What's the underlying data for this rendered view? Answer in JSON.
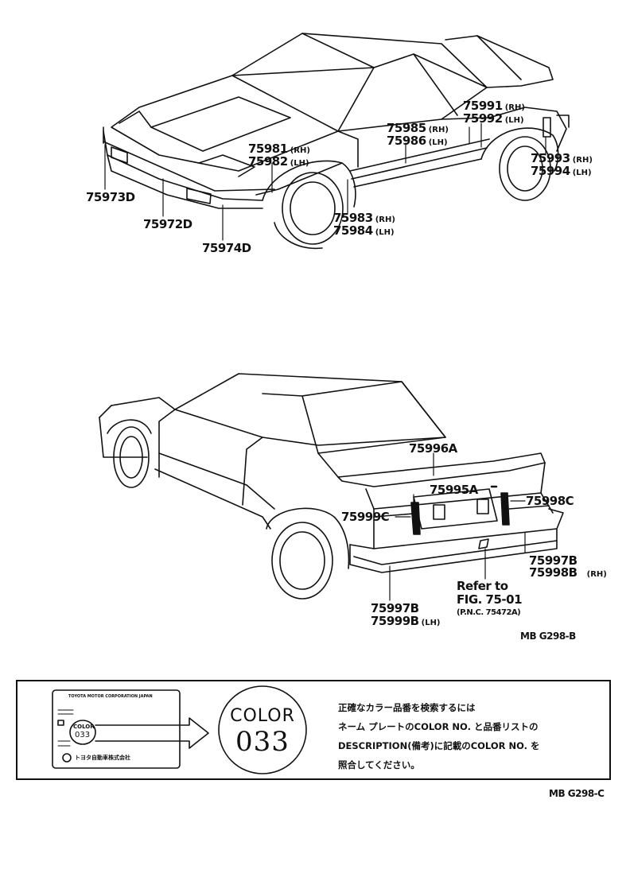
{
  "front_view": {
    "labels": {
      "p75981": {
        "code": "75981",
        "side": "(RH)"
      },
      "p75982": {
        "code": "75982",
        "side": "(LH)"
      },
      "p75985": {
        "code": "75985",
        "side": "(RH)"
      },
      "p75986": {
        "code": "75986",
        "side": "(LH)"
      },
      "p75991": {
        "code": "75991",
        "side": "(RH)"
      },
      "p75992": {
        "code": "75992",
        "side": "(LH)"
      },
      "p75993": {
        "code": "75993",
        "side": "(RH)"
      },
      "p75994": {
        "code": "75994",
        "side": "(LH)"
      },
      "p75983": {
        "code": "75983",
        "side": "(RH)"
      },
      "p75984": {
        "code": "75984",
        "side": "(LH)"
      },
      "p75973D": "75973D",
      "p75972D": "75972D",
      "p75974D": "75974D"
    }
  },
  "rear_view": {
    "labels": {
      "p75996A": "75996A",
      "p75995A": "75995A",
      "p75998C": "75998C",
      "p75999C": "75999C",
      "p75997B_rh": "75997B",
      "p75998B": {
        "code": "75998B",
        "side": "(RH)"
      },
      "p75997B_lh": "75997B",
      "p75999B": {
        "code": "75999B",
        "side": "(LH)"
      },
      "refer_line1": "Refer to",
      "refer_line2": "FIG. 75-01",
      "refer_line3": "(P.N.C. 75472A)"
    },
    "figure_code": "MB  G298-B"
  },
  "color_note": {
    "plate": {
      "header": "TOYOTA MOTOR CORPORATION JAPAN",
      "color_label": "COLOR",
      "color_value": "033",
      "maker": "トヨタ自動車株式会社"
    },
    "badge": {
      "label": "COLOR",
      "value": "033"
    },
    "text_lines": [
      "正確なカラー品番を検索するには",
      "ネーム プレートのCOLOR NO. と品番リストの",
      "DESCRIPTION(備考)に記載のCOLOR NO. を",
      "照合してください。"
    ],
    "figure_code": "MB  G298-C"
  }
}
